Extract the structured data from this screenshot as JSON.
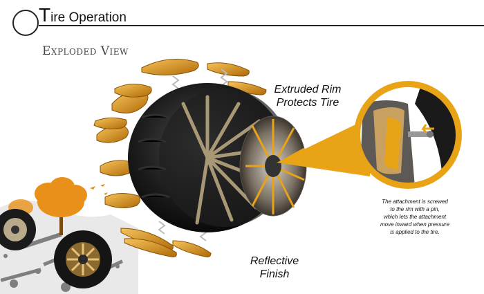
{
  "header": {
    "title_initial": "T",
    "title_rest": "ire Operation",
    "subtitle": "Exploded View"
  },
  "callouts": {
    "rim_line1": "Extruded Rim",
    "rim_line2": "Protects Tire",
    "finish_line1": "Reflective",
    "finish_line2": "Finish"
  },
  "detail_caption": {
    "line1": "The attachment is screwed",
    "line2": "to the rim with a pin,",
    "line3": "which lets the attachment",
    "line4": "move inward when pressure",
    "line5": "is applied to the tire."
  },
  "colors": {
    "accent": "#e8a317",
    "tire": "#1a1a1a",
    "rule": "#222222"
  }
}
